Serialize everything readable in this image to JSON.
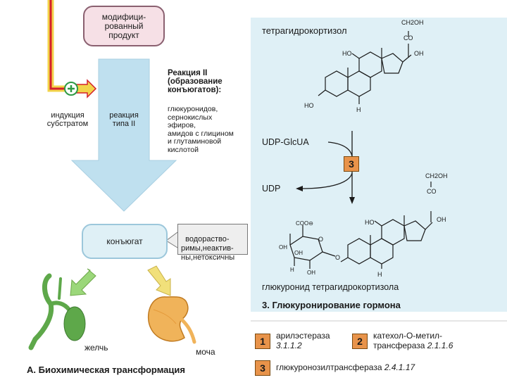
{
  "left_panel": {
    "product_label": "модифици-\nрованный\nпродукт",
    "induction_label": "индукция\nсубстратом",
    "reaction_type_label": "реакция\nтипа II",
    "reaction_title": "Реакция II\n(образование\nконъюгатов):",
    "reaction_list": "глюкуронидов,\nсернокислых\nэфиров,\nамидов с глицином\nи глутаминовой\nкислотой",
    "conjugate_label": "конъюгат",
    "properties_label": "водораство-\nримы,неактив-\nны,нетоксичны",
    "bile_label": "желчь",
    "urine_label": "моча",
    "caption": "А. Биохимическая трансформация"
  },
  "right_panel": {
    "compound_top": "тетрагидрокортизол",
    "cofactor_in": "UDP-GlcUA",
    "cofactor_out": "UDP",
    "enzyme_step": "3",
    "product_name": "глюкуронид тетрагидрокортизола",
    "caption": "3. Глюкуронирование гормона",
    "top_group_ch2oh": "CH2OH",
    "top_group_co": "CO",
    "top_group_oh": "OH",
    "ho_11": "HO",
    "ho_3": "HO",
    "h_label": "H",
    "coo_label": "COO⊖",
    "ring_oh": "OH",
    "ring_o": "O",
    "ring_h": "H"
  },
  "legend": [
    {
      "num": "1",
      "text": "арилэстераза",
      "code": "3.1.1.2"
    },
    {
      "num": "2",
      "text": "катехол-О-метил-\nтрансфераза",
      "code": "2.1.1.6"
    },
    {
      "num": "3",
      "text": "глюкуронозилтрансфераза",
      "code": "2.4.1.17"
    }
  ],
  "colors": {
    "right_bg": "#dff0f6",
    "arrow_blue": "#bfe0ef",
    "pill_pink": "#f6e0e6",
    "pill_pink_border": "#8a6070",
    "red_line": "#d4202a",
    "yellow_line": "#f2d44a",
    "green_plus": "#2e9a44",
    "organ_green": "#5ea84a",
    "organ_orange": "#f0b35a",
    "legend_box": "#e8934a",
    "green_arrow": "#9bd77a",
    "yellow_arrow": "#f1e07a"
  }
}
